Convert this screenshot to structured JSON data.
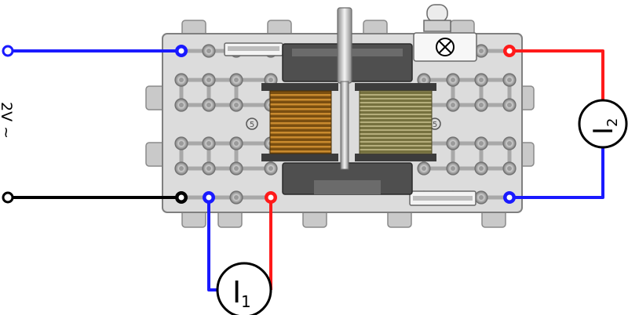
{
  "source": {
    "label": "2V ~",
    "color_live": "#1a1aff",
    "color_neutral": "#000000"
  },
  "meters": [
    {
      "id": "meter-primary",
      "letter": "I",
      "subscript": "1"
    },
    {
      "id": "meter-secondary",
      "letter": "I",
      "subscript": "2"
    }
  ],
  "board": {
    "lamp_icon": "lamp-cross-icon",
    "plug_mark": "5"
  },
  "colors": {
    "wire_red": "#ff1a1a",
    "wire_blue": "#1a1aff",
    "board": "#d9d9d9",
    "coil_primary": "#8a5a14",
    "coil_secondary": "#8a8450",
    "core": "#4a4a4a"
  }
}
